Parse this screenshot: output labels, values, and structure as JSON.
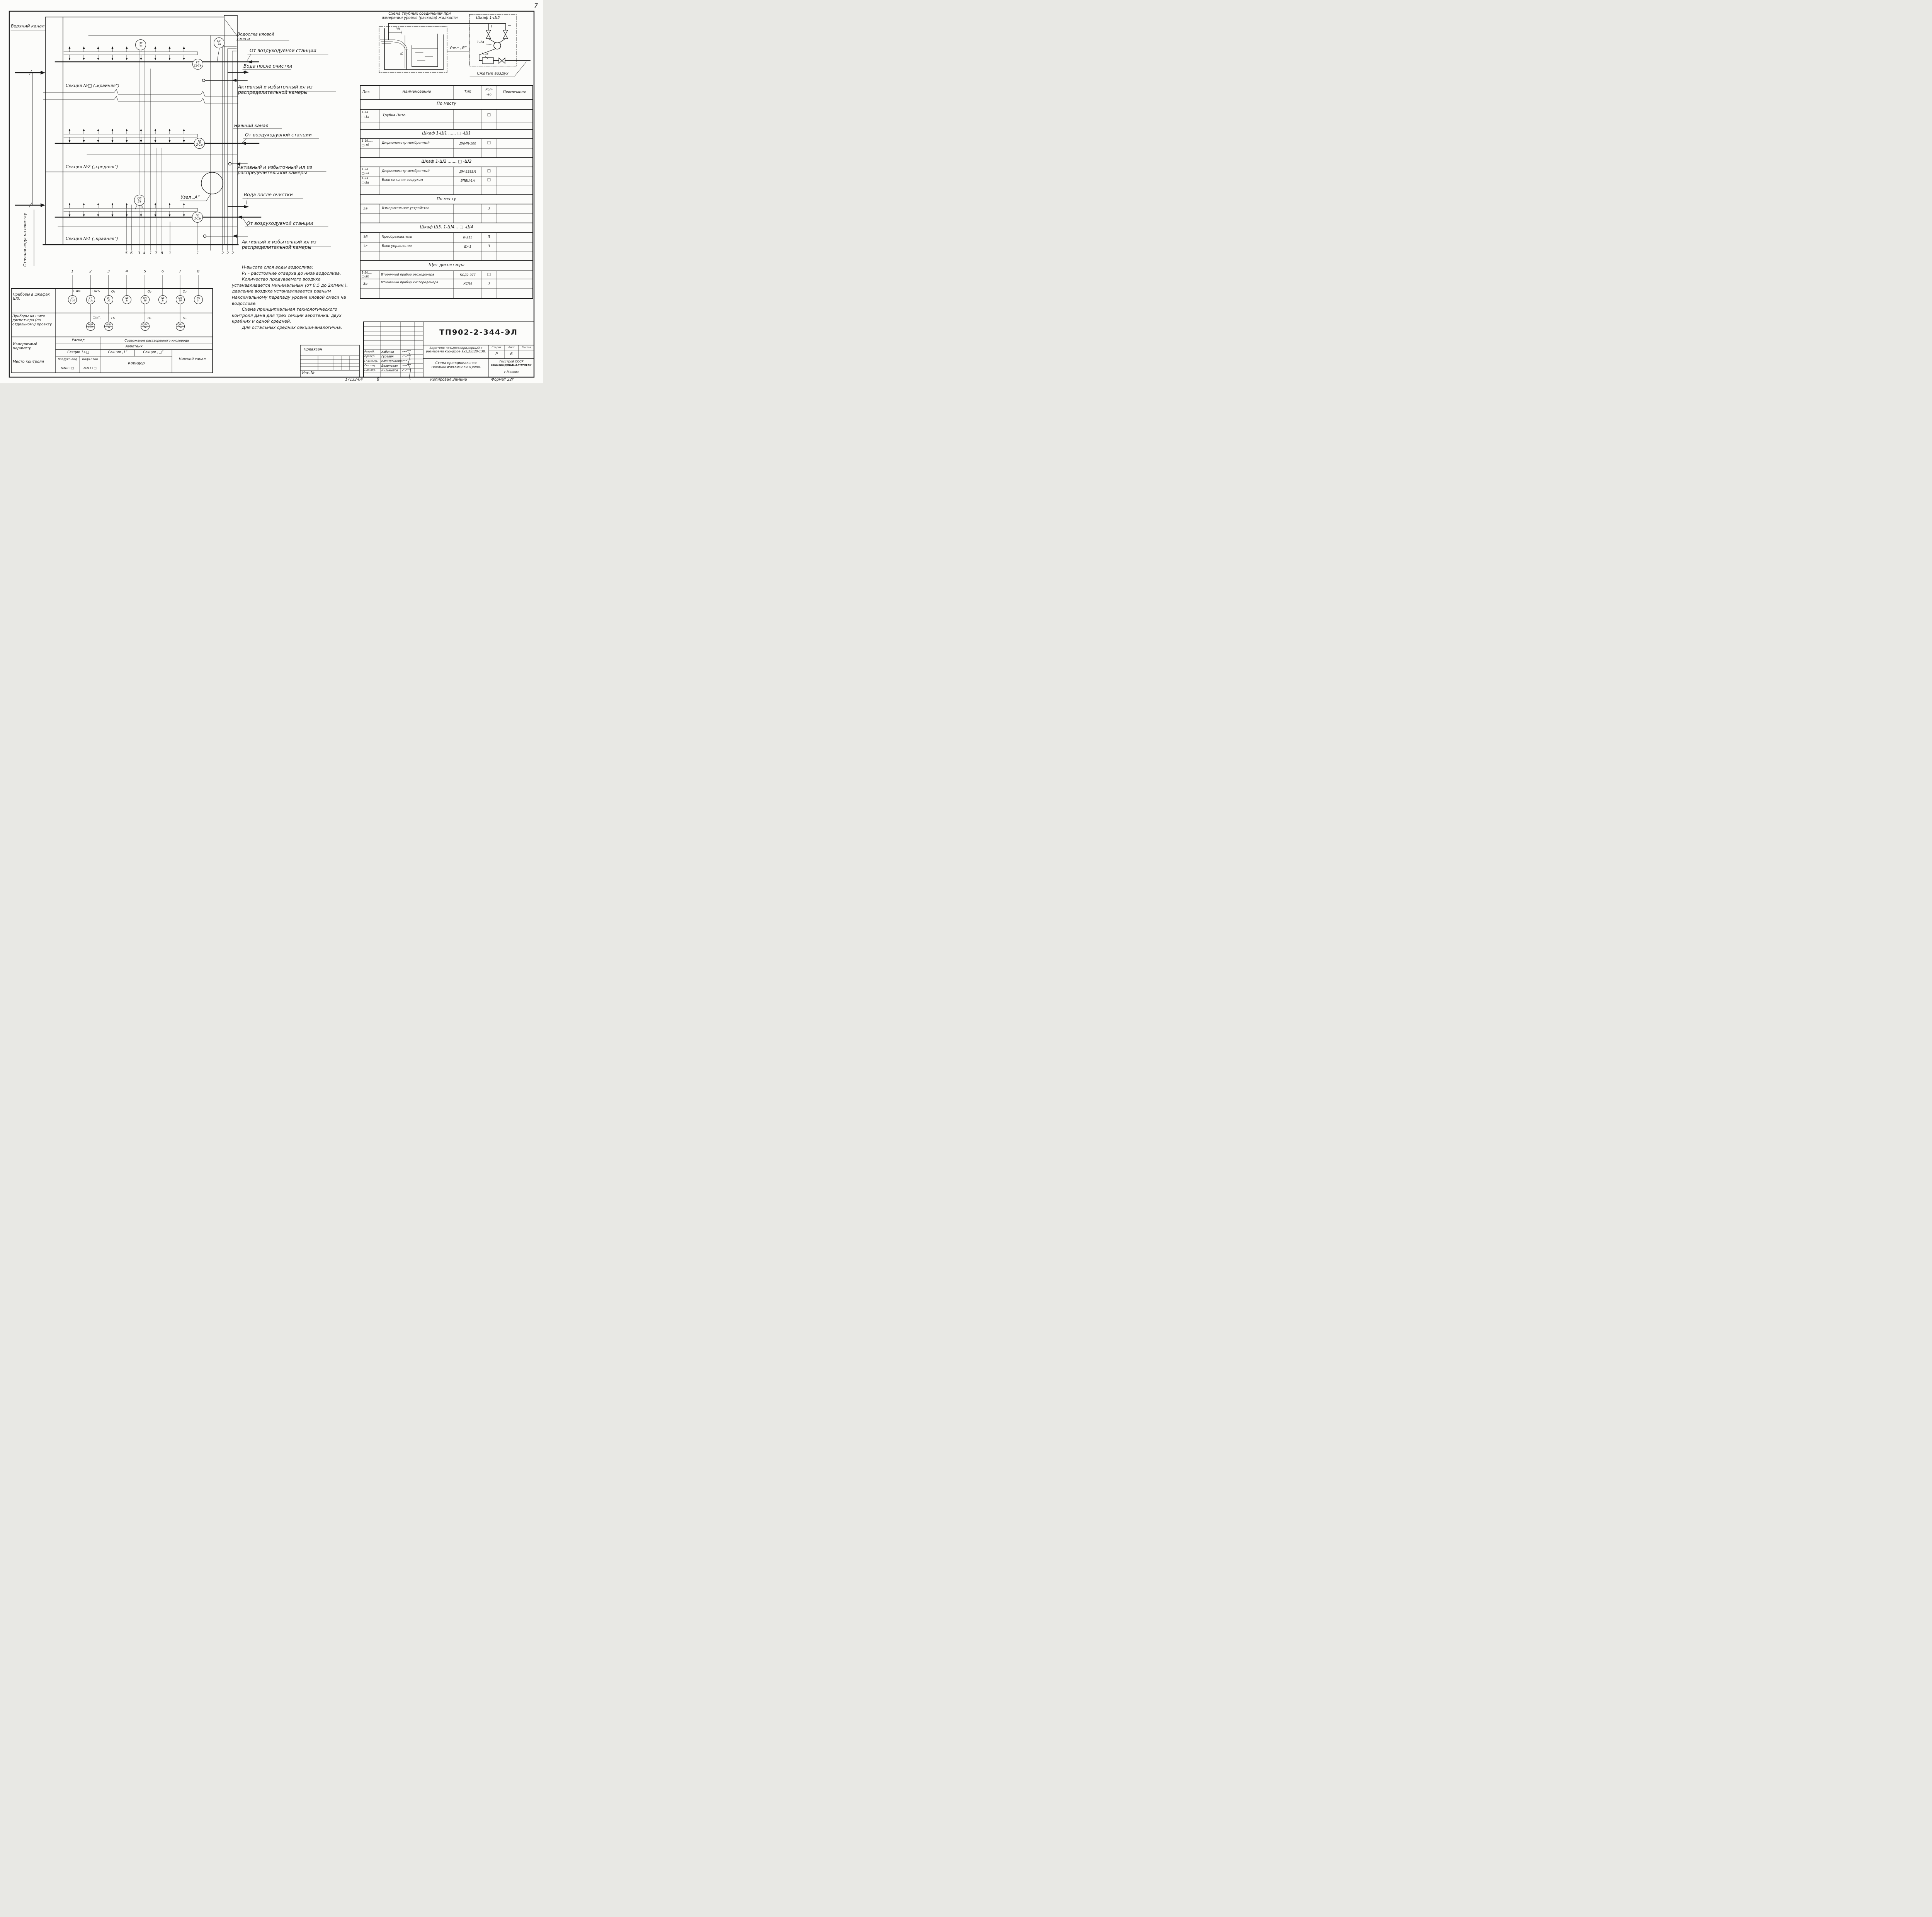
{
  "page": {
    "number": "7"
  },
  "diagram": {
    "upper_channel": "Верхний канал",
    "lower_channel": "Нижний канал",
    "intake": "Сточная вода на очистку",
    "section_top": "Секция №□ („крайняя”)",
    "section_mid": "Секция №2 („средняя”)",
    "section_bot": "Секция №1 („крайняя”)",
    "node_a": "Узел „А”",
    "weir_label": "Водослив иловой смеси",
    "from_blower": "От воздуходувной станции",
    "clean_water": "Вода после очистки",
    "sludge": "Активный и избыточный ил из распределительной камеры",
    "bubbles": {
      "qe": {
        "l1": "QE",
        "l2": "3а"
      },
      "fe_top": {
        "l1": "FE",
        "l2": "□-1а"
      },
      "fe_mid": {
        "l1": "FE",
        "l2": "2-1а"
      },
      "fe_bot": {
        "l1": "FE",
        "l2": "1-1а"
      }
    },
    "numbers": [
      "5",
      "6",
      "3",
      "4",
      "1",
      "7",
      "8",
      "1",
      "1",
      "2",
      "2",
      "2"
    ]
  },
  "pipe_scheme": {
    "title": "Схема трубных соединений при измерении уровня (расхода) жидкости",
    "cabinet": "Шкаф 1-Ш2",
    "node": "Узел „Я”",
    "dim_h": "3Н",
    "dim_p": "Р₁",
    "plus": "+",
    "minus": "−",
    "pos_meter": "1-2а",
    "pos_block": "1-2в",
    "air": "Сжатый воздух"
  },
  "parts_table": {
    "headers": {
      "pos": "Поз.",
      "name": "Наименование",
      "type": "Тип",
      "qty1": "Кол-",
      "qty2": "-во",
      "note": "Примечание"
    },
    "band1": "По месту",
    "band2": "Шкаф 1-Ш1 ...... □ -Ш1",
    "band3": "Шкаф 1-Ш2 ....... □ -Ш2",
    "band4": "По месту",
    "band5": "Шкаф Ш3, 1-Ш4... □ -Ш4",
    "band6": "Щит диспетчера",
    "rows": [
      {
        "pos1": "1-1а....",
        "pos2": "□-1а",
        "name": "Трубка Пито",
        "type": "",
        "qty": "□"
      },
      {
        "pos1": "1-1б.....",
        "pos2": "□-1б",
        "name": "Дифманометр мембранный",
        "type": "ДНМП-100",
        "qty": "□"
      },
      {
        "pos1": "1-2а",
        "pos2": "□-2а",
        "name": "Дифманометр мембранный",
        "type": "ДМ-3583М",
        "qty": "□"
      },
      {
        "pos1": "1-2в",
        "pos2": "□-2в",
        "name": "Блок питания воздухом",
        "type": "БПВЦ-1А",
        "qty": "□"
      },
      {
        "pos1": "3а",
        "pos2": "",
        "name": "Измерительное устройство",
        "type": "",
        "qty": "3"
      },
      {
        "pos1": "3б",
        "pos2": "",
        "name": "Преобразователь",
        "type": "К-215",
        "qty": "3"
      },
      {
        "pos1": "3г",
        "pos2": "",
        "name": "Блок управления",
        "type": "БУ-1",
        "qty": "3"
      },
      {
        "pos1": "1-2б....",
        "pos2": "□-2б",
        "name": "Вторичный прибор расходомера",
        "type": "КСД2-077",
        "qty": "□"
      },
      {
        "pos1": "3в",
        "pos2": "",
        "name": "Вторичный прибор кислородомера",
        "type": "КСП4",
        "qty": "3"
      }
    ]
  },
  "signals_table": {
    "columns": [
      "1",
      "2",
      "3",
      "4",
      "5",
      "6",
      "7",
      "8"
    ],
    "cabinet_row_label": "Приборы в шкафах Ш0.",
    "panel_row_label": "Приборы на щите диспетчера (по отдельному) проекту",
    "qty_sq": "□шт.",
    "o2": "О₂",
    "cabinet_bubbles": [
      {
        "l1": "FI",
        "l2": "1-1б"
      },
      {
        "l1": "FT",
        "l2": "1-2а"
      },
      {
        "l1": "QIT",
        "l2": "3б"
      },
      {
        "l1": "NS",
        "l2": "3г"
      },
      {
        "l1": "QIT",
        "l2": "3б"
      },
      {
        "l1": "NS",
        "l2": "3г"
      },
      {
        "l1": "QIT",
        "l2": "3б"
      },
      {
        "l1": "NS",
        "l2": "3г"
      }
    ],
    "panel_bubbles": [
      {
        "l1": "FQIR",
        "l2": "1-2б"
      },
      {
        "l1": "QIRC",
        "l2": "3в"
      },
      {
        "l1": "QIRC",
        "l2": "3в"
      },
      {
        "l1": "QIRC",
        "l2": "3в"
      }
    ],
    "param_label": "Измеряемый параметр",
    "place_label": "Место контроля",
    "flow": "Расход",
    "oxygen": "Содержание растворенного кислорода",
    "aerotank": "Аэротенк",
    "sections_range": "Секции 1÷□",
    "section_1": "Секция „1”",
    "section_n": "Секция „□”",
    "air_duct": "Воздухо-вод",
    "air_duct_nn": "№№1÷□",
    "spillway": "Водо-слив",
    "spillway_nn": "№№1÷□",
    "corridor": "Коридор",
    "lower_channel_col": "Нижний канал"
  },
  "notes": {
    "p1": "Н-высота слоя воды водослива;",
    "p2": "Р₁ – расстояние отверха до низа водослива.",
    "p3": "Количество продуваемого воздуха устанавливается минимальным (от 0,5 до 2л/мин.), давление воздуха устанавливается равным максимальному перепаду уровня иловой смеси на водосливе.",
    "p4": "Схема принципиальная технологического контроля дана для трех секций аэротенка: двух крайних и одной средней.",
    "p5": "Для остальных средних секций-аналогична."
  },
  "title_block": {
    "doc_number": "ТП902-2-344-ЭЛ",
    "attached": "Привязан",
    "inventory": "Инв. №-",
    "roles": [
      {
        "role": "Разраб.",
        "name": "Хабачев"
      },
      {
        "role": "Провер.",
        "name": "Гуревич"
      },
      {
        "role": "Гл.инж.пр.",
        "name": "Капитульский"
      },
      {
        "role": "Гл.спец.",
        "name": "Беленькая"
      },
      {
        "role": "Нач.отд.",
        "name": "Кильметов"
      }
    ],
    "object": "Аэротенк четырехкоридорный с размерами коридора 9х5,2х120-138.",
    "subject": "Схема принципиальная технологического контроля.",
    "stage_h": "Стадия",
    "sheet_h": "Лист",
    "sheets_h": "Листов",
    "stage": "Р",
    "sheet": "6",
    "org1": "Госстрой СССР",
    "org2": "СОЮЗВОДОКАНАЛПРОЕКТ",
    "org3": "г.Москва",
    "footer_left": "17133-04",
    "footer_num": "8",
    "footer_copy": "Копировал Зимина",
    "footer_format": "Формат 22г"
  }
}
